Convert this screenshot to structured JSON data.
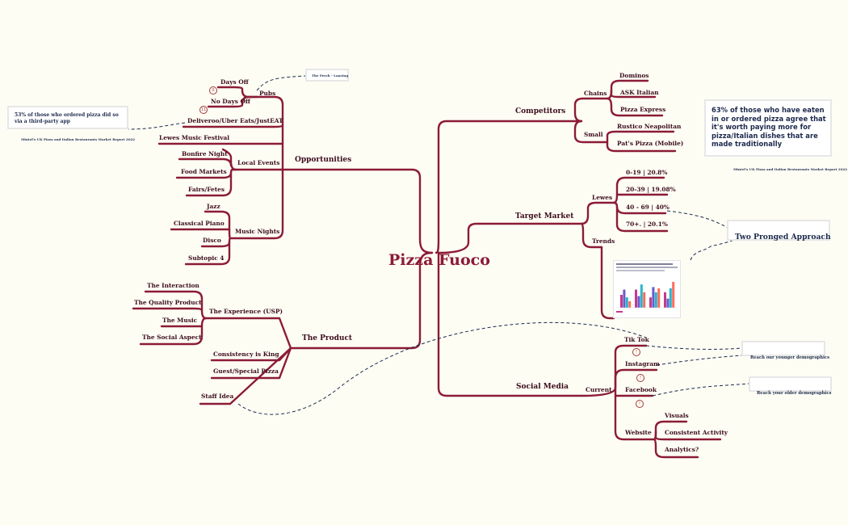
{
  "central": "Pizza Fuoco",
  "opportunities": {
    "title": "Opportunities",
    "pubs": {
      "label": "Pubs",
      "days_off": "Days Off",
      "no_days_off": "No Days Off",
      "badge_days_off": "0",
      "badge_no_days_off": "11"
    },
    "deliveroo": "Deliveroo/Uber Eats/JustEAT",
    "lewes_music_festival": "Lewes Music Festival",
    "local_events": {
      "label": "Local Events",
      "items": [
        "Bonfire Night",
        "Food Markets",
        "Fairs/Fetes"
      ]
    },
    "music_nights": {
      "label": "Music Nights",
      "items": [
        "Jazz",
        "Classical Piano",
        "Disco",
        "Subtopic 4"
      ]
    },
    "perch_note": "The Perch - Lancing"
  },
  "delivery_note": {
    "text": "53% of those who ordered pizza did so via a third-party app",
    "source": "Mintel's UK Pizza and Italian Restaurants Market Report 2022"
  },
  "product": {
    "title": "The Product",
    "experience": {
      "label": "The Experience (USP)",
      "items": [
        "The Interaction",
        "The Quality Product",
        "The Music",
        "The Social Aspect"
      ]
    },
    "consistency": "Consistency is King",
    "guest_pizza": "Guest/Special Pizza",
    "staff_idea": "Staff Idea"
  },
  "competitors": {
    "title": "Competitors",
    "chains": {
      "label": "Chains",
      "items": [
        "Dominos",
        "ASK Italian",
        "Pizza Express"
      ]
    },
    "small": {
      "label": "Small",
      "items": [
        "Rustico Neapolitan",
        "Pat's Pizza (Mobile)"
      ]
    }
  },
  "quality_note": {
    "text": "63% of those who have eaten in or ordered pizza agree that it's worth paying more for pizza/Italian dishes that are made traditionally",
    "source": "Mintel's UK Pizza and Italian Restaurants Market Report 2022"
  },
  "target_market": {
    "title": "Target Market",
    "lewes": {
      "label": "Lewes",
      "items": [
        "0-19  |  20.8%",
        "20-39  |  19.08%",
        "40 - 69  |  40%",
        "70+.      |  20.1%"
      ]
    },
    "trends": "Trends"
  },
  "two_pronged": "Two Pronged Approach",
  "social_media": {
    "title": "Social Media",
    "current": "Current",
    "tiktok": "Tik Tok",
    "instagram": "Instagram",
    "facebook": "Facebook",
    "badges": [
      "!",
      "!",
      "!"
    ],
    "website": {
      "label": "Website",
      "items": [
        "Visuals",
        "Consistent Activity",
        "Analytics?"
      ]
    }
  },
  "younger_note": "Reach our younger demographics",
  "older_note": "Reach your older demographics",
  "trends_chart": {
    "colors": [
      "#c23b8c",
      "#6a5acd",
      "#29b5c8",
      "#ff6b5a"
    ]
  }
}
